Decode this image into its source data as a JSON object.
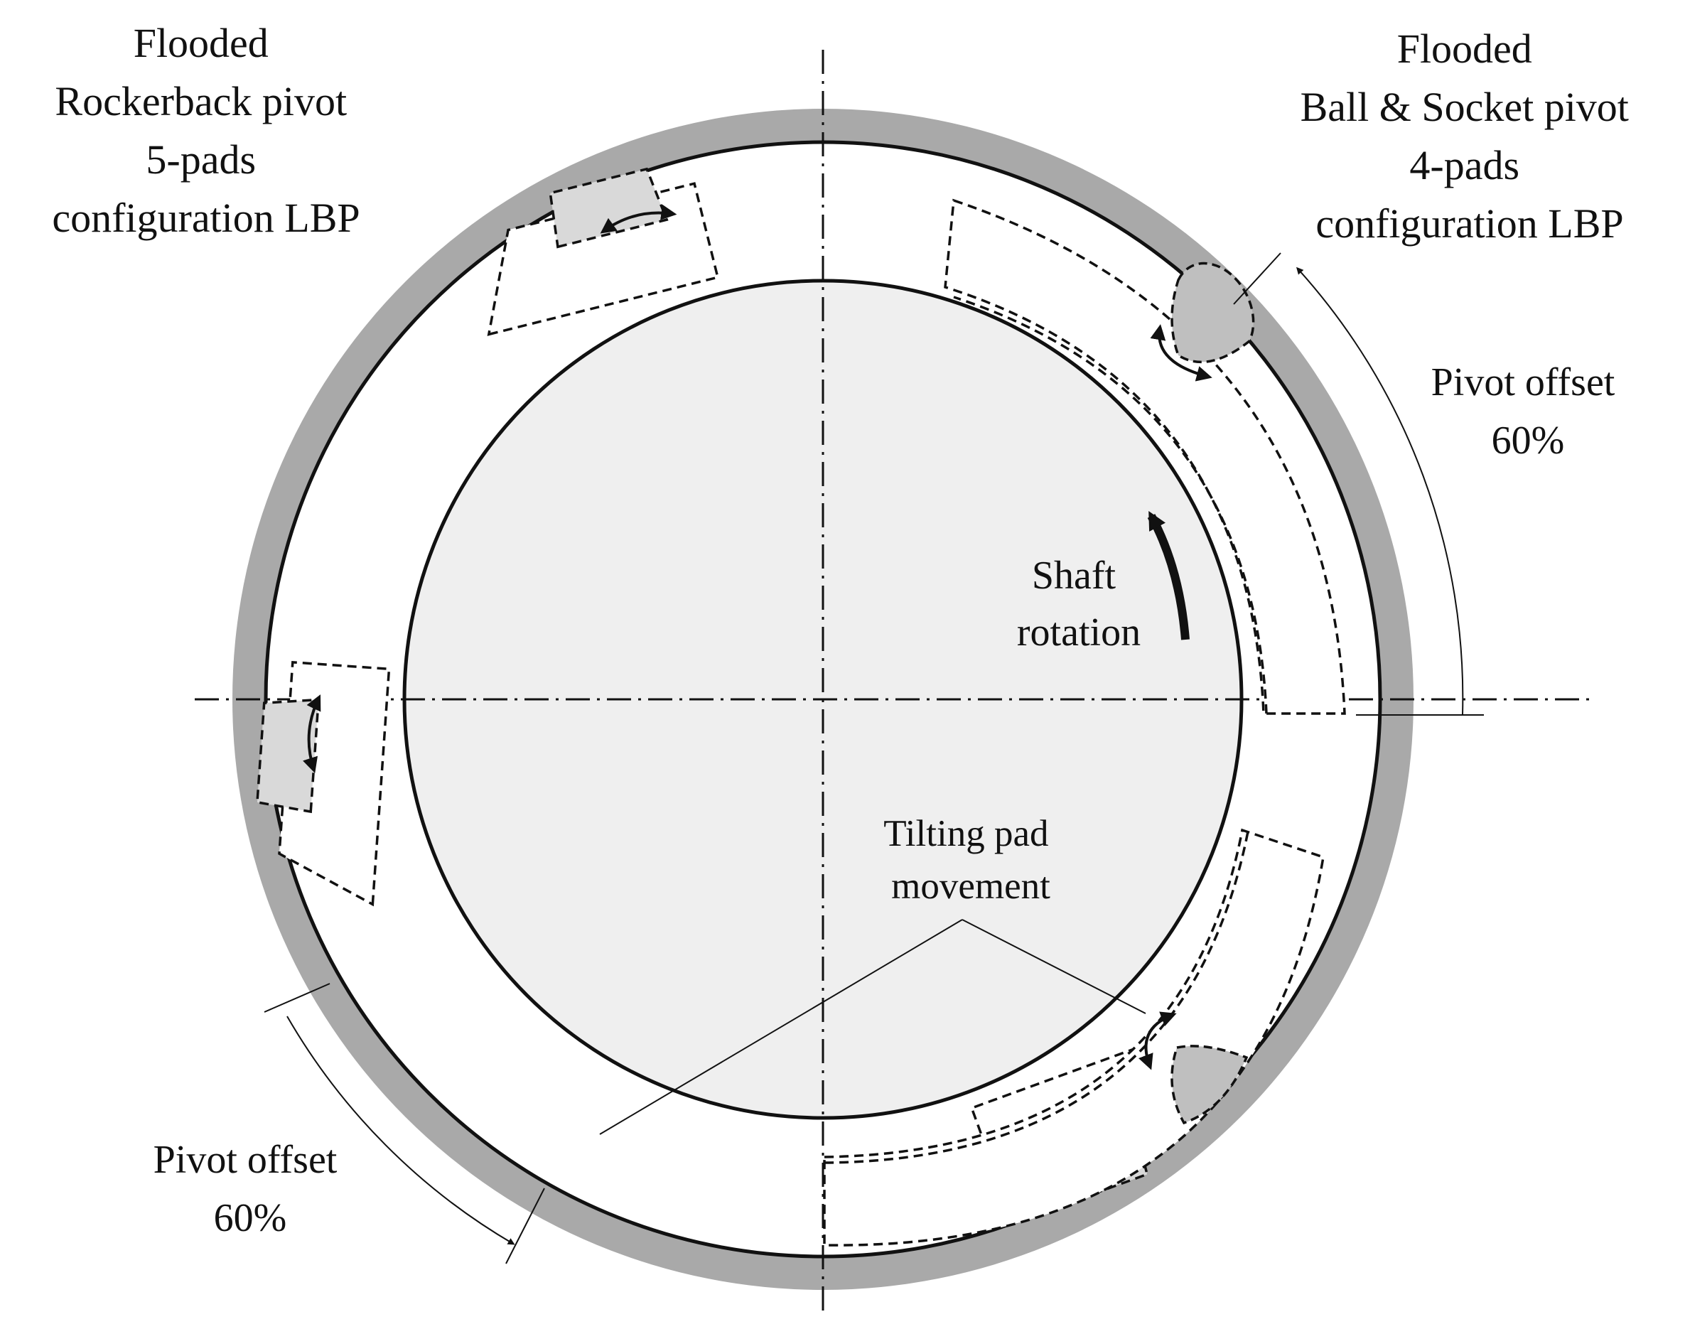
{
  "colors": {
    "housing_ring": "#a9a9a9",
    "shaft_fill": "#efefef",
    "rocker_pad_fill": "#d9d9d9",
    "ball_fill": "#bfbfbf",
    "line": "#111111"
  },
  "labels": {
    "left_title": [
      "Flooded",
      "Rockerback  pivot",
      "5-pads",
      "configuration LBP"
    ],
    "right_title": [
      "Flooded",
      "Ball & Socket pivot",
      "4-pads",
      "configuration LBP"
    ],
    "pivot_offset_right": [
      "Pivot offset",
      "60%"
    ],
    "pivot_offset_left": [
      "Pivot offset",
      "60%"
    ],
    "shaft_rotation": [
      "Shaft",
      "rotation"
    ],
    "tilting_pad_movement": [
      "Tilting  pad",
      "movement"
    ]
  },
  "icons": {
    "tilt_arrow": "double-headed-curved-arrow-icon",
    "shaft_rotation_arrow": "curved-arrow-icon"
  }
}
